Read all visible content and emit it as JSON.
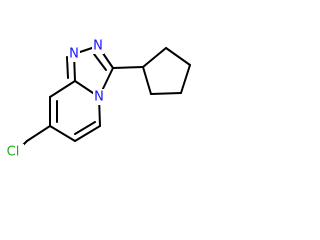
{
  "molecule": {
    "colors": {
      "bond": "#000000",
      "nitrogen": "#1414ff",
      "chlorine": "#1fad1f",
      "background": "#ffffff"
    },
    "atoms": {
      "n_bridge": {
        "symbol": "N",
        "element": "nitrogen"
      },
      "n_ring_1": {
        "symbol": "N",
        "element": "nitrogen"
      },
      "n_ring_2": {
        "symbol": "N",
        "element": "nitrogen"
      },
      "cl": {
        "symbol": "Cl",
        "element": "chlorine"
      }
    }
  }
}
